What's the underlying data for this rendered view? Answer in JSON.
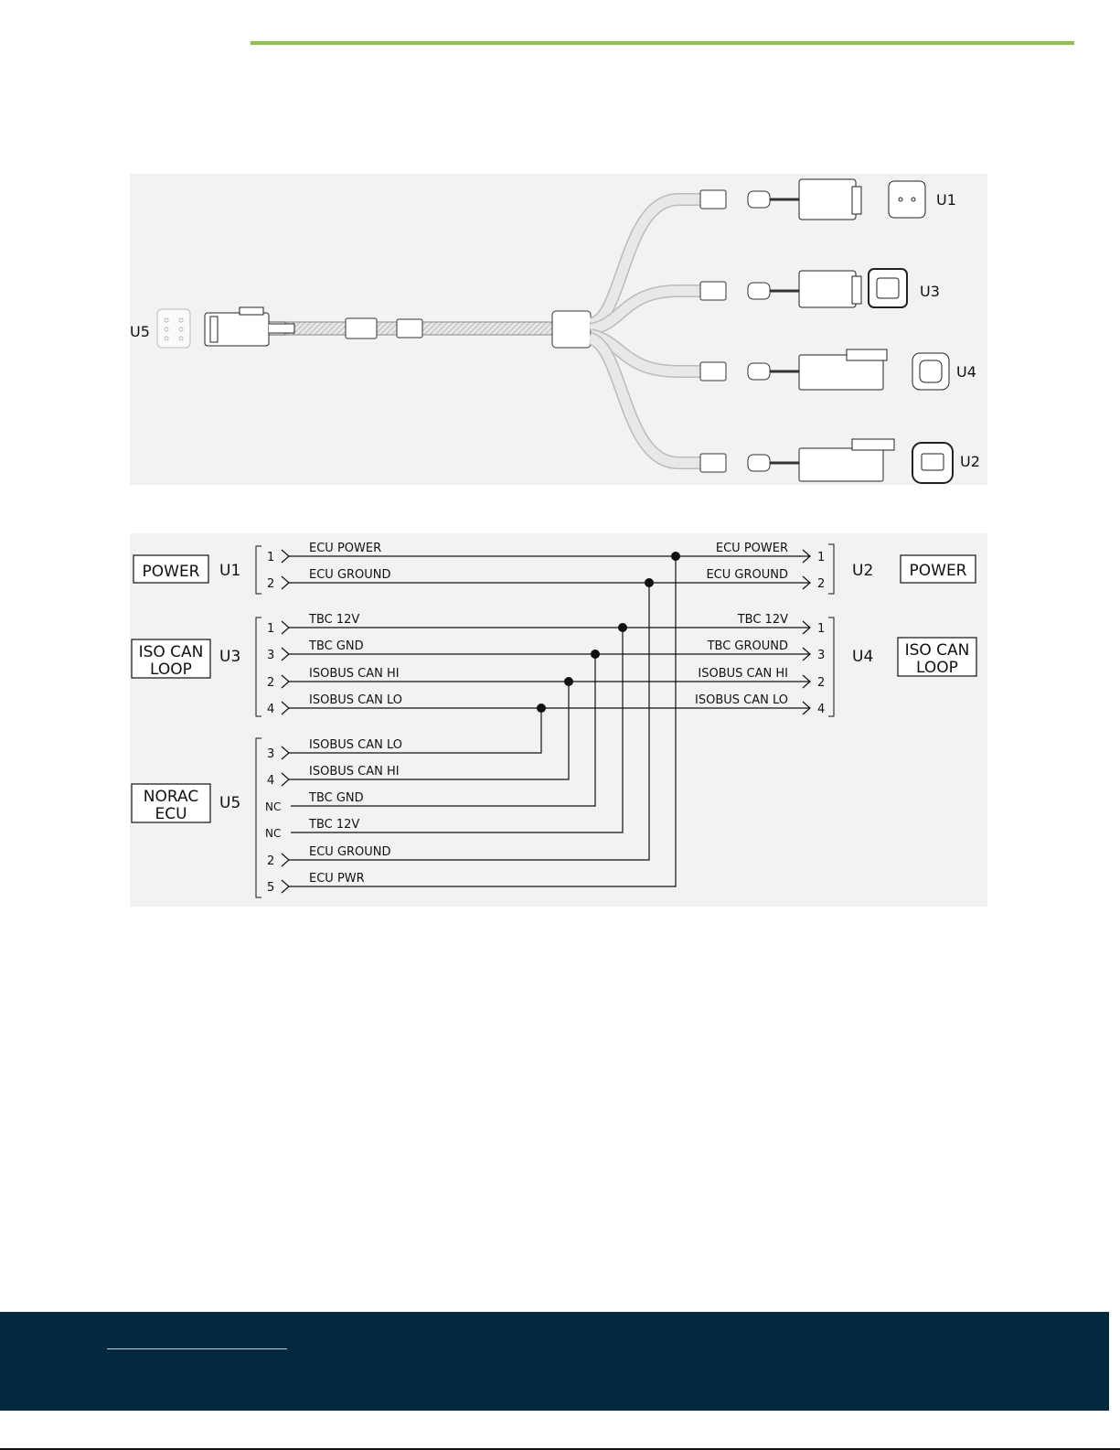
{
  "harness": {
    "main_label": "U5",
    "branches": [
      {
        "label": "U1"
      },
      {
        "label": "U3"
      },
      {
        "label": "U4"
      },
      {
        "label": "U2"
      }
    ]
  },
  "schematic": {
    "left_groups": [
      {
        "id": "U1",
        "box_lines": [
          "POWER"
        ]
      },
      {
        "id": "U3",
        "box_lines": [
          "ISO CAN",
          "LOOP"
        ]
      },
      {
        "id": "U5",
        "box_lines": [
          "NORAC",
          "ECU"
        ]
      }
    ],
    "right_groups": [
      {
        "id": "U2",
        "box_lines": [
          "POWER"
        ]
      },
      {
        "id": "U4",
        "box_lines": [
          "ISO CAN",
          "LOOP"
        ]
      }
    ],
    "through_wires": [
      {
        "left_pin": "1",
        "left_label": "ECU POWER",
        "right_label": "ECU POWER",
        "right_pin": "1"
      },
      {
        "left_pin": "2",
        "left_label": "ECU GROUND",
        "right_label": "ECU GROUND",
        "right_pin": "2"
      },
      {
        "left_pin": "1",
        "left_label": "TBC 12V",
        "right_label": "TBC 12V",
        "right_pin": "1"
      },
      {
        "left_pin": "3",
        "left_label": "TBC GND",
        "right_label": "TBC GROUND",
        "right_pin": "3"
      },
      {
        "left_pin": "2",
        "left_label": "ISOBUS CAN HI",
        "right_label": "ISOBUS CAN HI",
        "right_pin": "2"
      },
      {
        "left_pin": "4",
        "left_label": "ISOBUS CAN LO",
        "right_label": "ISOBUS CAN LO",
        "right_pin": "4"
      }
    ],
    "ecu_wires": [
      {
        "pin": "3",
        "label": "ISOBUS CAN LO"
      },
      {
        "pin": "4",
        "label": "ISOBUS CAN HI"
      },
      {
        "pin": "NC",
        "label": "TBC GND"
      },
      {
        "pin": "NC",
        "label": "TBC 12V"
      },
      {
        "pin": "2",
        "label": "ECU GROUND"
      },
      {
        "pin": "5",
        "label": "ECU PWR"
      }
    ]
  },
  "colors": {
    "header_rule": "#8cc63f",
    "footer_bg": "#02293e",
    "diagram_bg": "#f2f2f2"
  }
}
